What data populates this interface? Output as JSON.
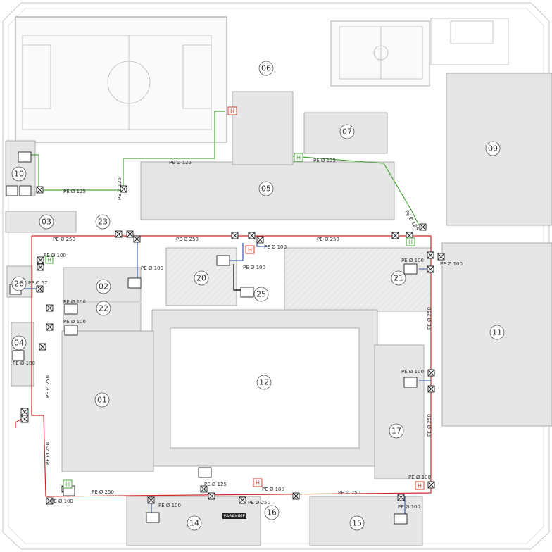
{
  "colors": {
    "main_pipe": "#cc2a2a",
    "secondary_pipe": "#4aa83a",
    "branch_pipe": "#2a4fa8",
    "marker_red": "#d83b2a",
    "marker_green": "#4aa83a"
  },
  "buildings": [
    {
      "id": "01"
    },
    {
      "id": "02"
    },
    {
      "id": "03"
    },
    {
      "id": "04"
    },
    {
      "id": "05"
    },
    {
      "id": "06"
    },
    {
      "id": "07"
    },
    {
      "id": "09"
    },
    {
      "id": "10"
    },
    {
      "id": "11"
    },
    {
      "id": "12"
    },
    {
      "id": "14"
    },
    {
      "id": "15"
    },
    {
      "id": "16"
    },
    {
      "id": "17"
    },
    {
      "id": "20"
    },
    {
      "id": "21"
    },
    {
      "id": "22"
    },
    {
      "id": "23"
    },
    {
      "id": "25"
    },
    {
      "id": "26"
    }
  ],
  "pipe_labels": {
    "pe250": "PE Ø 250",
    "pe125": "PE Ø 125",
    "pe100": "PE Ø 100",
    "pe57": "PE Ø 57"
  },
  "markers": {
    "h": "H"
  },
  "paranimf_label": "PARANIMF"
}
